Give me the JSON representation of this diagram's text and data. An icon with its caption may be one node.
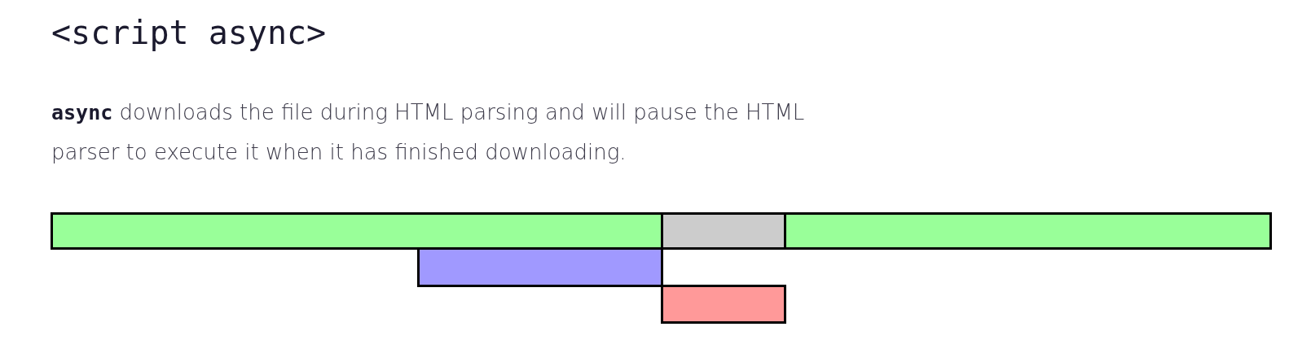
{
  "diagram": {
    "title": "<script async>",
    "nodes": [
      {
        "text": [],
        "shape": "bar"
      },
      {
        "text": [],
        "shape": "bar"
      },
      {
        "text": [],
        "shape": "bar"
      },
      {
        "text": [],
        "shape": "bar"
      },
      {
        "text": [],
        "shape": "bar"
      }
    ],
    "labels": [
      "**async** downloads the file during HTML parsing and will pause the HTML parser to execute it when it has finished downloading."
    ]
  }
}
